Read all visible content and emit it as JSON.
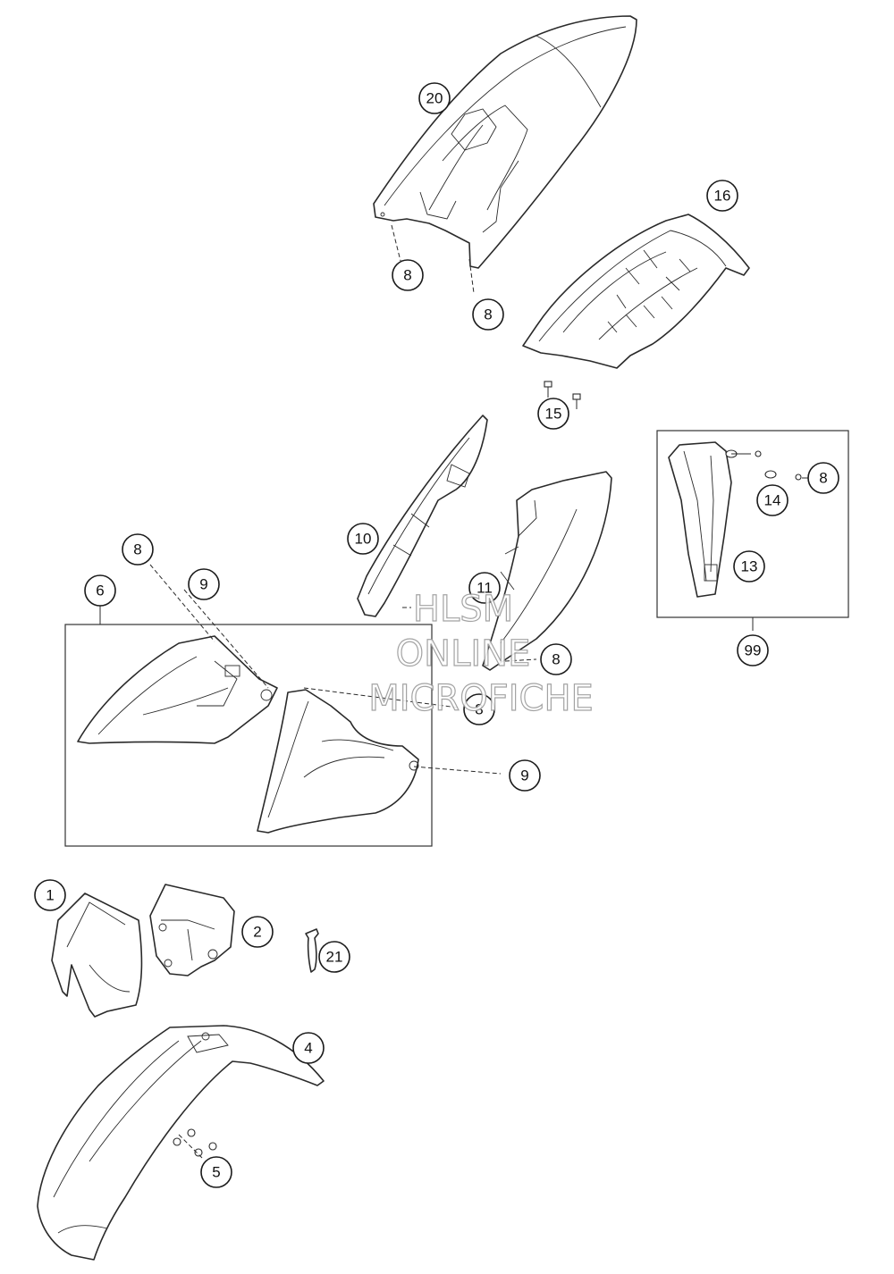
{
  "watermark": {
    "line1": "HLSM",
    "line2": "ONLINE",
    "line3": "MICROFICHE"
  },
  "callouts": [
    {
      "id": "c20",
      "label": "20"
    },
    {
      "id": "c8a",
      "label": "8"
    },
    {
      "id": "c8b",
      "label": "8"
    },
    {
      "id": "c16",
      "label": "16"
    },
    {
      "id": "c15",
      "label": "15"
    },
    {
      "id": "c8c",
      "label": "8"
    },
    {
      "id": "c14",
      "label": "14"
    },
    {
      "id": "c13",
      "label": "13"
    },
    {
      "id": "c99",
      "label": "99"
    },
    {
      "id": "c10",
      "label": "10"
    },
    {
      "id": "c11",
      "label": "11"
    },
    {
      "id": "c8d",
      "label": "8"
    },
    {
      "id": "c8e",
      "label": "8"
    },
    {
      "id": "c8f",
      "label": "8"
    },
    {
      "id": "c9a",
      "label": "9"
    },
    {
      "id": "c6",
      "label": "6"
    },
    {
      "id": "c9b",
      "label": "9"
    },
    {
      "id": "c1",
      "label": "1"
    },
    {
      "id": "c2",
      "label": "2"
    },
    {
      "id": "c21",
      "label": "21"
    },
    {
      "id": "c4",
      "label": "4"
    },
    {
      "id": "c5",
      "label": "5"
    }
  ]
}
